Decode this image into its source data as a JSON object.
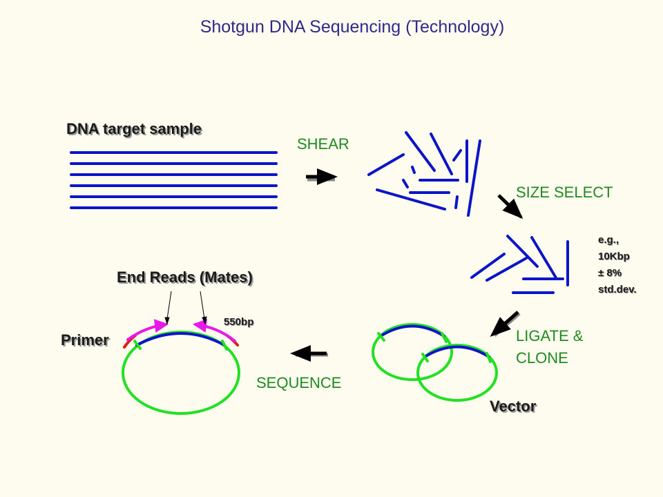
{
  "title": "Shotgun DNA Sequencing (Technology)",
  "labels": {
    "dna_target": "DNA target sample",
    "end_reads": "End Reads (Mates)",
    "primer": "Primer",
    "vector": "Vector",
    "bp": "550bp",
    "size_note": [
      "e.g.,",
      "10Kbp",
      "± 8%",
      "std.dev."
    ]
  },
  "steps": {
    "shear": "SHEAR",
    "size_select": "SIZE SELECT",
    "ligate_line1": "LIGATE &",
    "ligate_line2": "CLONE",
    "sequence": "SEQUENCE"
  },
  "colors": {
    "dna": "#0a14c8",
    "vector": "#22e022",
    "primer": "#e01818",
    "read": "#e818e8",
    "step_text": "#1f8a1f",
    "title_text": "#2e2a8c",
    "background": "#fdfcee"
  }
}
